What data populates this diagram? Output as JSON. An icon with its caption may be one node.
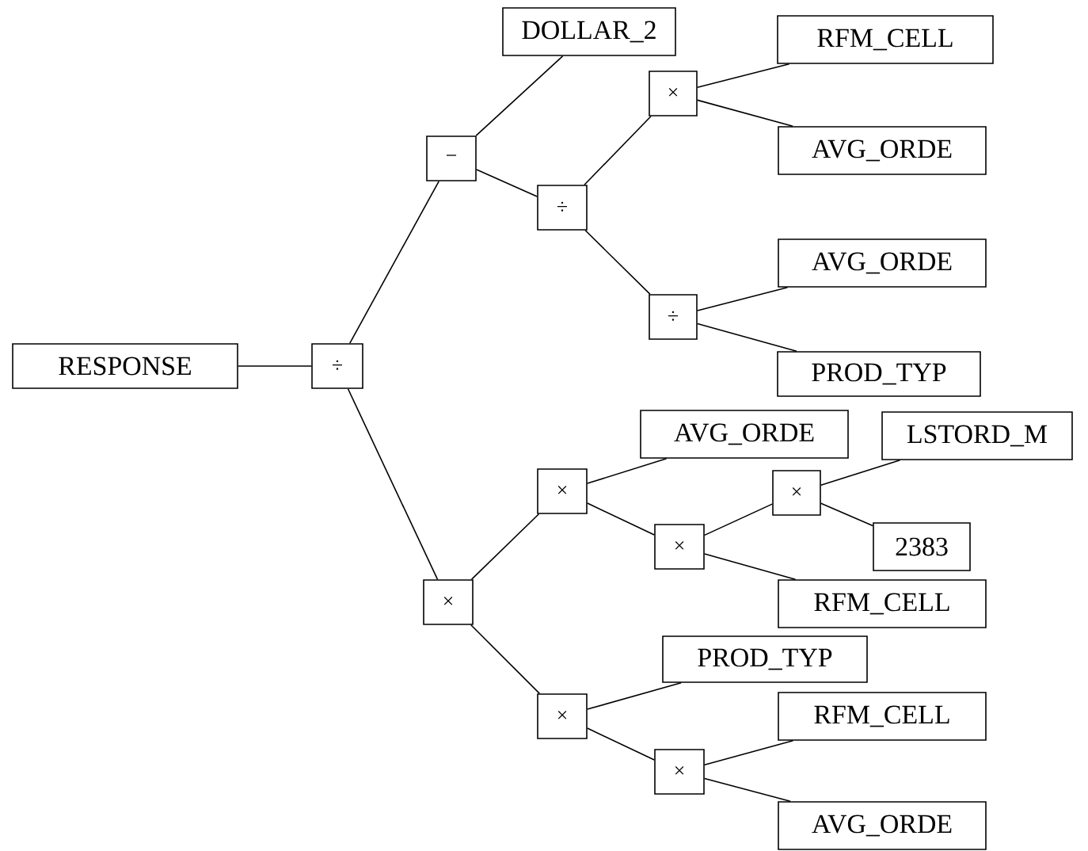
{
  "diagram": {
    "nodes": [
      {
        "text": [
          "RESPONSE"
        ]
      },
      {
        "text": [
          "÷"
        ]
      },
      {
        "text": [
          "−"
        ]
      },
      {
        "text": [
          "DOLLAR_2"
        ]
      },
      {
        "text": [
          "÷"
        ]
      },
      {
        "text": [
          "×"
        ]
      },
      {
        "text": [
          "RFM_CELL"
        ]
      },
      {
        "text": [
          "AVG_ORDE"
        ]
      },
      {
        "text": [
          "÷"
        ]
      },
      {
        "text": [
          "AVG_ORDE"
        ]
      },
      {
        "text": [
          "PROD_TYP"
        ]
      },
      {
        "text": [
          "×"
        ]
      },
      {
        "text": [
          "×"
        ]
      },
      {
        "text": [
          "AVG_ORDE"
        ]
      },
      {
        "text": [
          "×"
        ]
      },
      {
        "text": [
          "×"
        ]
      },
      {
        "text": [
          "LSTORD_M"
        ]
      },
      {
        "text": [
          "2383"
        ]
      },
      {
        "text": [
          "RFM_CELL"
        ]
      },
      {
        "text": [
          "×"
        ]
      },
      {
        "text": [
          "PROD_TYP"
        ]
      },
      {
        "text": [
          "×"
        ]
      },
      {
        "text": [
          "RFM_CELL"
        ]
      },
      {
        "text": [
          "AVG_ORDE"
        ]
      }
    ],
    "edges": [
      {
        "from": 0,
        "to": 1,
        "arrow": "none"
      },
      {
        "from": 1,
        "to": 2,
        "arrow": "none"
      },
      {
        "from": 1,
        "to": 11,
        "arrow": "none"
      },
      {
        "from": 2,
        "to": 3,
        "arrow": "none"
      },
      {
        "from": 2,
        "to": 4,
        "arrow": "none"
      },
      {
        "from": 4,
        "to": 5,
        "arrow": "none"
      },
      {
        "from": 5,
        "to": 6,
        "arrow": "none"
      },
      {
        "from": 5,
        "to": 7,
        "arrow": "none"
      },
      {
        "from": 4,
        "to": 8,
        "arrow": "none"
      },
      {
        "from": 8,
        "to": 9,
        "arrow": "none"
      },
      {
        "from": 8,
        "to": 10,
        "arrow": "none"
      },
      {
        "from": 11,
        "to": 12,
        "arrow": "none"
      },
      {
        "from": 12,
        "to": 13,
        "arrow": "none"
      },
      {
        "from": 12,
        "to": 14,
        "arrow": "none"
      },
      {
        "from": 14,
        "to": 15,
        "arrow": "none"
      },
      {
        "from": 15,
        "to": 16,
        "arrow": "none"
      },
      {
        "from": 15,
        "to": 17,
        "arrow": "none"
      },
      {
        "from": 14,
        "to": 18,
        "arrow": "none"
      },
      {
        "from": 11,
        "to": 19,
        "arrow": "none"
      },
      {
        "from": 19,
        "to": 20,
        "arrow": "none"
      },
      {
        "from": 19,
        "to": 21,
        "arrow": "none"
      },
      {
        "from": 21,
        "to": 22,
        "arrow": "none"
      },
      {
        "from": 21,
        "to": 23,
        "arrow": "none"
      }
    ]
  }
}
